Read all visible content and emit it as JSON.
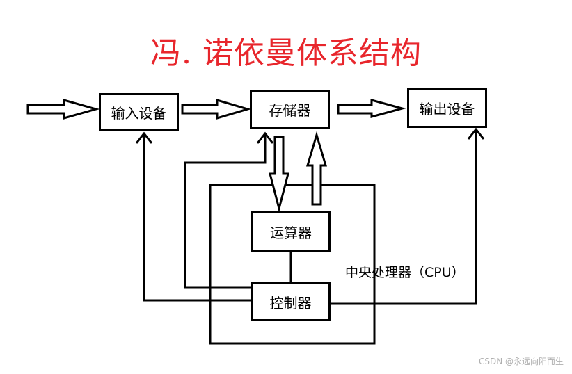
{
  "title": "冯. 诺依曼体系结构",
  "nodes": {
    "input": "输入设备",
    "storage": "存储器",
    "output": "输出设备",
    "alu": "运算器",
    "control": "控制器"
  },
  "cpu_label": "中央处理器（CPU）",
  "watermark": "CSDN @永远向阳而生",
  "colors": {
    "title": "#e8262c",
    "stroke": "#000000",
    "watermark": "#b0b0b0"
  }
}
